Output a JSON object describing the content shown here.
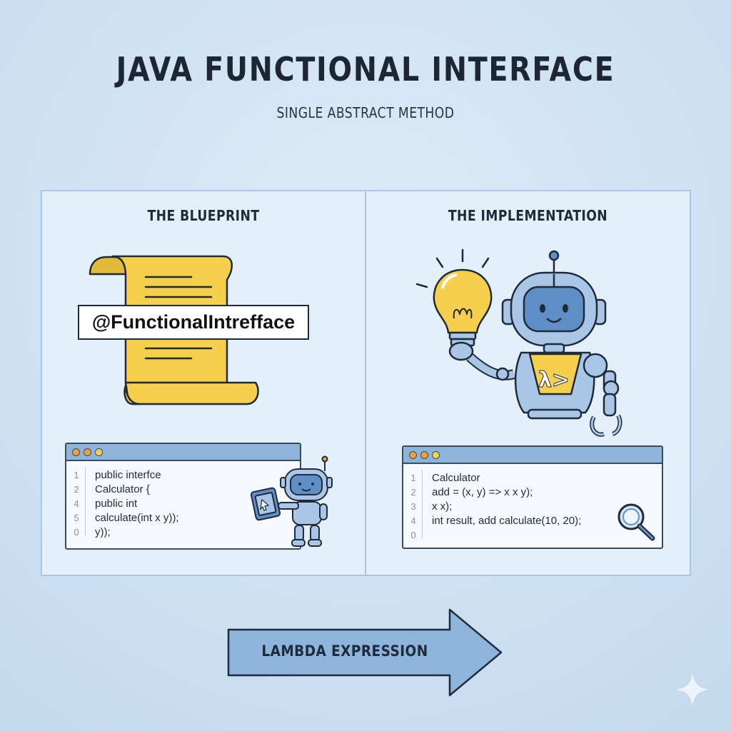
{
  "header": {
    "title": "JAVA FUNCTIONAL INTERFACE",
    "subtitle": "SINGLE ABSTRACT METHOD"
  },
  "left_panel": {
    "title": "THE BLUEPRINT",
    "annotation_label": "@FunctionalIntrefface",
    "code": {
      "lines": [
        {
          "num": "1",
          "text": "public interfce"
        },
        {
          "num": "2",
          "text": "Calculator {"
        },
        {
          "num": "4",
          "text": "public int"
        },
        {
          "num": "5",
          "text": "calculate(int x y));"
        },
        {
          "num": "0",
          "text": "y));"
        }
      ]
    }
  },
  "right_panel": {
    "title": "THE IMPLEMENTATION",
    "robot_chest_symbol": "λ>",
    "code": {
      "lines": [
        {
          "num": "1",
          "text": "Calculator"
        },
        {
          "num": "2",
          "text": "add = (x, y) => x x y);"
        },
        {
          "num": "3",
          "text": "x x);"
        },
        {
          "num": "4",
          "text": "int result, add calculate(10, 20);"
        },
        {
          "num": "0",
          "text": ""
        }
      ]
    }
  },
  "footer": {
    "arrow_label": "LAMBDA EXPRESSION"
  },
  "colors": {
    "background": "#cfe2f3",
    "panel": "#e3eff9",
    "scroll_yellow": "#f6d04d",
    "robot_blue": "#8fb4dc",
    "arrow_fill": "#8db4db",
    "ink": "#1f2a3a"
  },
  "icons": [
    "scroll-icon",
    "robot-icon",
    "lightbulb-icon",
    "tablet-icon",
    "magnifier-icon",
    "sparkle-icon"
  ]
}
